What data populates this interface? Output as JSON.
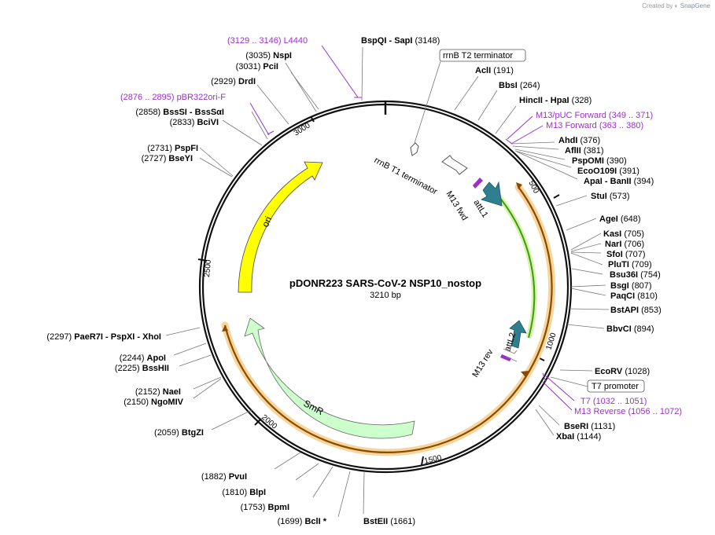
{
  "credit": {
    "prefix": "Created by",
    "brand": "SnapGene"
  },
  "plasmid": {
    "name": "pDONR223 SARS-CoV-2 NSP10_nostop",
    "size": "3210 bp"
  },
  "colors": {
    "enzyme_text": "#000000",
    "primer_text": "#9b30c8",
    "backbone": "#111111"
  },
  "ticks": [
    "500",
    "1000",
    "1500",
    "2000",
    "2500",
    "3000"
  ],
  "features": [
    {
      "label": "ori",
      "color": "#ffff00"
    },
    {
      "label": "SmR",
      "color": "#ccffcc"
    },
    {
      "label": "attL1",
      "color": "#2f7f8f"
    },
    {
      "label": "attL2",
      "color": "#2f7f8f"
    },
    {
      "label": "rrnB T1 terminator",
      "color": "#ffffff"
    },
    {
      "label": "rrnB T2 terminator",
      "color": "#ffffff"
    },
    {
      "label": "T7 promoter",
      "color": "#ffffff"
    }
  ],
  "primers": [
    {
      "label": "M13 fwd"
    },
    {
      "label": "M13 rev"
    }
  ],
  "enzymes": {
    "bspqi": {
      "name": "BspQI",
      "sep": "-",
      "name2": "SapI",
      "pos": "(3148)"
    },
    "acli": {
      "name": "AclI",
      "pos": "(191)"
    },
    "bbsi": {
      "name": "BbsI",
      "pos": "(264)"
    },
    "hincii": {
      "name": "HincII",
      "sep": "-",
      "name2": "HpaI",
      "pos": "(328)"
    },
    "ahdi": {
      "name": "AhdI",
      "pos": "(376)"
    },
    "aflii": {
      "name": "AflII",
      "pos": "(381)"
    },
    "pspomi": {
      "name": "PspOMI",
      "pos": "(390)"
    },
    "eco0109i": {
      "name": "EcoO109I",
      "pos": "(391)"
    },
    "apai": {
      "name": "ApaI",
      "sep": "-",
      "name2": "BanII",
      "pos": "(394)"
    },
    "stui": {
      "name": "StuI",
      "pos": "(573)"
    },
    "agei": {
      "name": "AgeI",
      "pos": "(648)"
    },
    "kasi": {
      "name": "KasI",
      "pos": "(705)"
    },
    "nari": {
      "name": "NarI",
      "pos": "(706)"
    },
    "sfoi": {
      "name": "SfoI",
      "pos": "(707)"
    },
    "pluti": {
      "name": "PluTI",
      "pos": "(709)"
    },
    "bsu36i": {
      "name": "Bsu36I",
      "pos": "(754)"
    },
    "bsgi": {
      "name": "BsgI",
      "pos": "(807)"
    },
    "paqci": {
      "name": "PaqCI",
      "pos": "(810)"
    },
    "bstapi": {
      "name": "BstAPI",
      "pos": "(853)"
    },
    "bbvci": {
      "name": "BbvCI",
      "pos": "(894)"
    },
    "ecorv": {
      "name": "EcoRV",
      "pos": "(1028)"
    },
    "bseri": {
      "name": "BseRI",
      "pos": "(1131)"
    },
    "xbai": {
      "name": "XbaI",
      "pos": "(1144)"
    },
    "bsteii": {
      "name": "BstEII",
      "pos": "(1661)"
    },
    "bcli": {
      "name": "BclI *",
      "pos": "(1699)"
    },
    "bpmi": {
      "name": "BpmI",
      "pos": "(1753)"
    },
    "blpi": {
      "name": "BlpI",
      "pos": "(1810)"
    },
    "pvui": {
      "name": "PvuI",
      "pos": "(1882)"
    },
    "btgzi": {
      "name": "BtgZI",
      "pos": "(2059)"
    },
    "ngomiv": {
      "name": "NgoMIV",
      "pos": "(2150)"
    },
    "naei": {
      "name": "NaeI",
      "pos": "(2152)"
    },
    "bsshii": {
      "name": "BssHII",
      "pos": "(2225)"
    },
    "apoi": {
      "name": "ApoI",
      "pos": "(2244)"
    },
    "paer7i": {
      "name": "PaeR7I",
      "sep": "-",
      "name2": "PspXI",
      "sep2": "-",
      "name3": "XhoI",
      "pos": "(2297)"
    },
    "bseyi": {
      "name": "BseYI",
      "pos": "(2727)"
    },
    "pspfi": {
      "name": "PspFI",
      "pos": "(2731)"
    },
    "bcivi": {
      "name": "BciVI",
      "pos": "(2833)"
    },
    "bsssi": {
      "name": "BssSI",
      "sep": "-",
      "name2": "BssSαI",
      "pos": "(2858)"
    },
    "drdi": {
      "name": "DrdI",
      "pos": "(2929)"
    },
    "pcii": {
      "name": "PciI",
      "pos": "(3031)"
    },
    "nspi": {
      "name": "NspI",
      "pos": "(3035)"
    }
  },
  "primer_sites": {
    "l4440": {
      "range": "(3129 .. 3146)",
      "name": "L4440"
    },
    "pbr322": {
      "range": "(2876 .. 2895)",
      "name": "pBR322ori-F"
    },
    "m13puc": {
      "name": "M13/pUC Forward",
      "range": "(349 .. 371)"
    },
    "m13fwd": {
      "name": "M13 Forward",
      "range": "(363 .. 380)"
    },
    "t7": {
      "name": "T7",
      "range": "(1032 .. 1051)"
    },
    "m13rev": {
      "name": "M13 Reverse",
      "range": "(1056 .. 1072)"
    }
  }
}
